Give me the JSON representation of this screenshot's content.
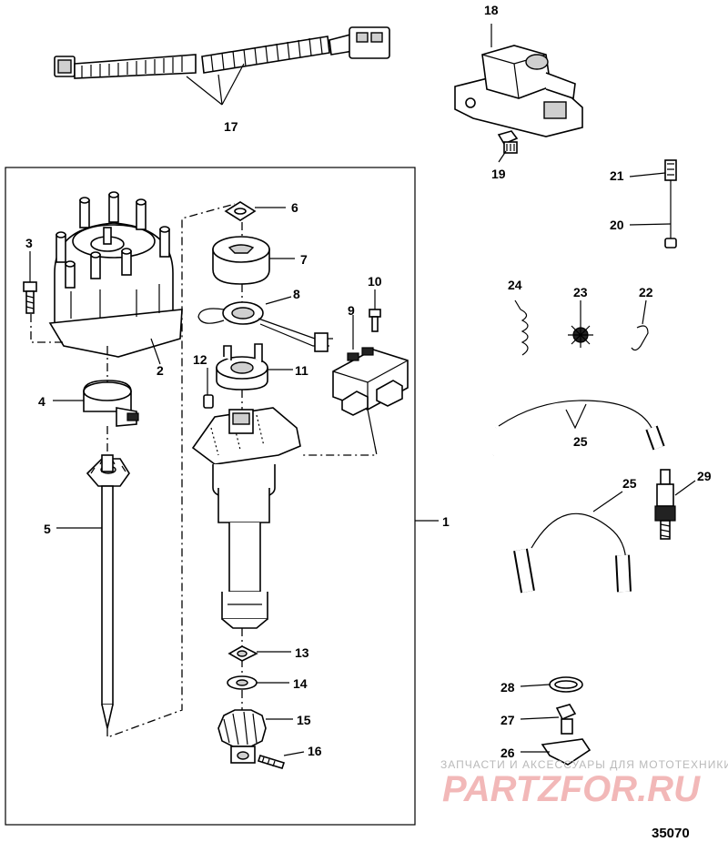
{
  "callouts": {
    "c1": "1",
    "c2": "2",
    "c3": "3",
    "c4": "4",
    "c5": "5",
    "c6": "6",
    "c7": "7",
    "c8": "8",
    "c9": "9",
    "c10": "10",
    "c11": "11",
    "c12": "12",
    "c13": "13",
    "c14": "14",
    "c15": "15",
    "c16": "16",
    "c17": "17",
    "c18": "18",
    "c19": "19",
    "c20": "20",
    "c21": "21",
    "c22": "22",
    "c23": "23",
    "c24": "24",
    "c25a": "25",
    "c25b": "25",
    "c26": "26",
    "c27": "27",
    "c28": "28",
    "c29": "29"
  },
  "watermark": {
    "caption": "ЗАПЧАСТИ И АКСЕССУАРЫ ДЛЯ МОТОТЕХНИКИ",
    "logo": "PARTZFOR.RU"
  },
  "diagram_code": "35070"
}
